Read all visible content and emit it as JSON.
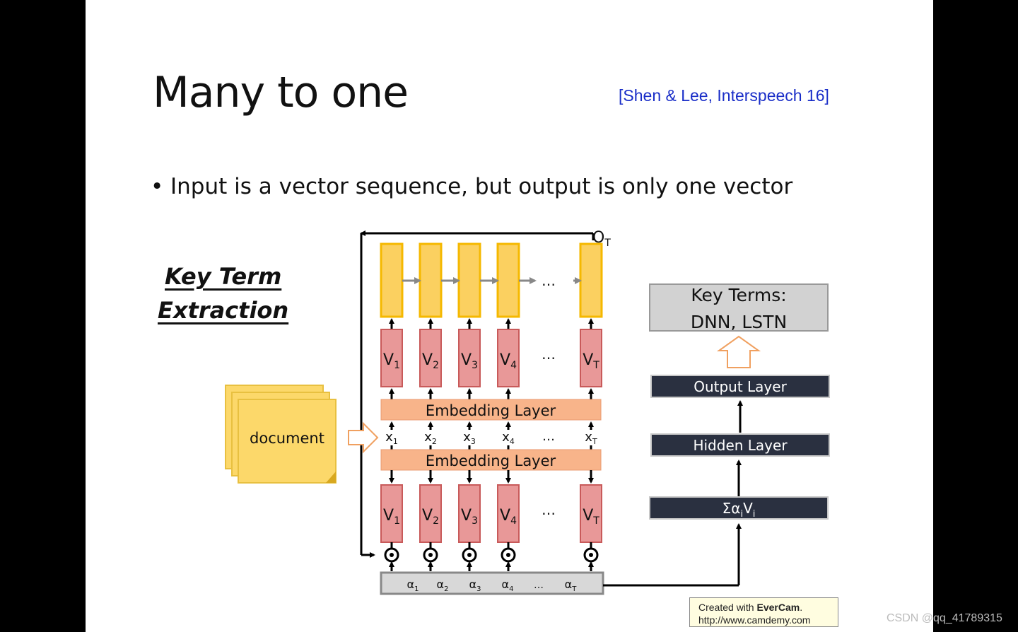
{
  "slide": {
    "title": "Many to one",
    "citation": "[Shen & Lee, Interspeech 16]",
    "bullet": "Input is a vector sequence, but output is only one vector",
    "key_term_line1": "Key Term",
    "key_term_line2": "Extraction"
  },
  "diagram": {
    "top_cells": [
      "",
      "",
      "",
      "",
      ""
    ],
    "ellipsis": "…",
    "output_label_main": "O",
    "output_label_sub": "T",
    "v_labels": [
      {
        "main": "V",
        "sub": "1"
      },
      {
        "main": "V",
        "sub": "2"
      },
      {
        "main": "V",
        "sub": "3"
      },
      {
        "main": "V",
        "sub": "4"
      },
      {
        "main": "V",
        "sub": "T"
      }
    ],
    "x_labels": [
      {
        "main": "x",
        "sub": "1"
      },
      {
        "main": "x",
        "sub": "2"
      },
      {
        "main": "x",
        "sub": "3"
      },
      {
        "main": "x",
        "sub": "4"
      },
      {
        "main": "x",
        "sub": "T"
      }
    ],
    "alpha_labels": [
      {
        "main": "α",
        "sub": "1"
      },
      {
        "main": "α",
        "sub": "2"
      },
      {
        "main": "α",
        "sub": "3"
      },
      {
        "main": "α",
        "sub": "4"
      },
      {
        "main": "α",
        "sub": "T"
      }
    ],
    "embedding_layer_top": "Embedding Layer",
    "embedding_layer_bottom": "Embedding Layer",
    "document": "document",
    "key_terms_line1": "Key Terms:",
    "key_terms_line2": "DNN, LSTN",
    "output_layer": "Output Layer",
    "hidden_layer": "Hidden Layer",
    "sum_main": "Σα",
    "sum_sub1": "i",
    "sum_mid": "V",
    "sum_sub2": "i"
  },
  "watermark": {
    "line1_prefix": "Created with ",
    "line1_brand": "EverCam",
    "line1_suffix": ".",
    "line2": "http://www.camdemy.com",
    "csdn": "CSDN @qq_41789315"
  },
  "colors": {
    "top_cell_fill": "#fbd060",
    "top_cell_border": "#f5b800",
    "v_cell_fill": "#e89898",
    "v_cell_border": "#c85a5a",
    "embedding_fill": "#f8b48a",
    "dark_box": "#2a3040",
    "gray_box": "#d2d2d2",
    "document_fill": "#fcd86a",
    "citation": "#1a2ec8"
  }
}
